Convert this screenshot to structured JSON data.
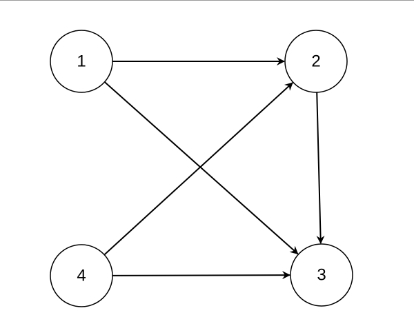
{
  "diagram": {
    "nodes": [
      {
        "id": "1",
        "label": "1"
      },
      {
        "id": "2",
        "label": "2"
      },
      {
        "id": "3",
        "label": "3"
      },
      {
        "id": "4",
        "label": "4"
      }
    ],
    "edges": [
      {
        "from": "1",
        "to": "2"
      },
      {
        "from": "1",
        "to": "3"
      },
      {
        "from": "2",
        "to": "3"
      },
      {
        "from": "4",
        "to": "2"
      },
      {
        "from": "4",
        "to": "3"
      }
    ],
    "colors": {
      "stroke": "#000000",
      "node_fill": "#ffffff",
      "background": "#ffffff"
    }
  }
}
